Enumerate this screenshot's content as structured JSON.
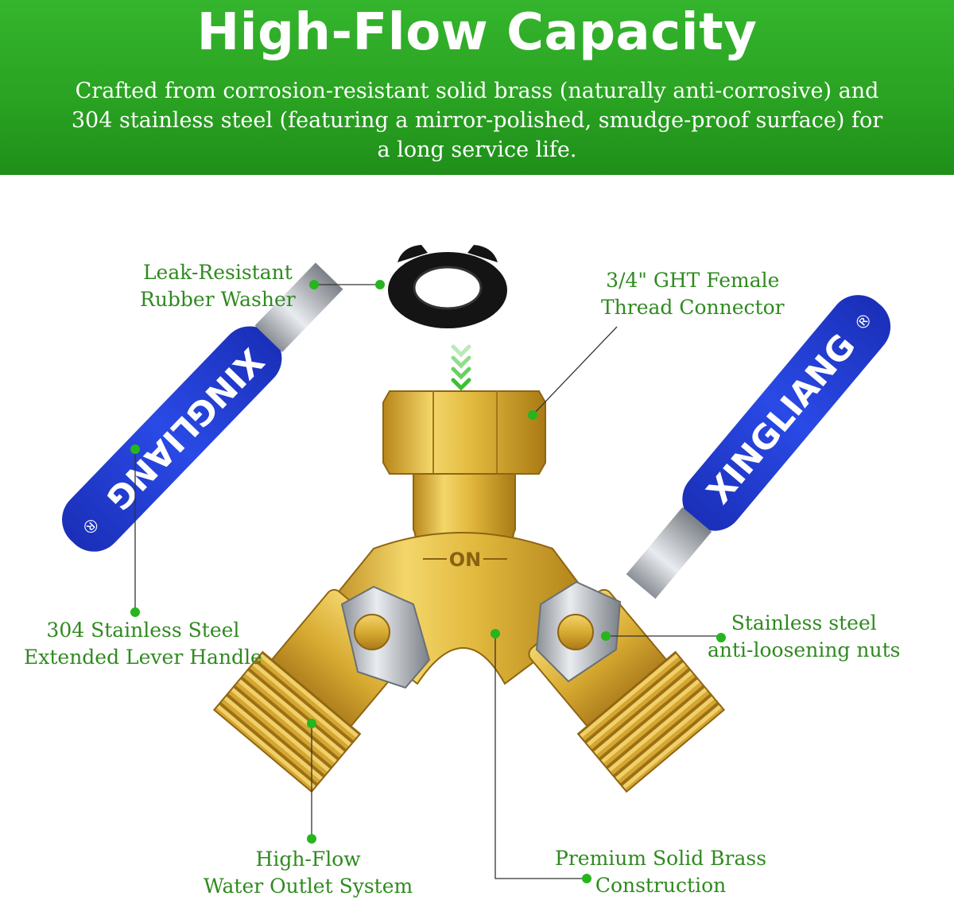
{
  "banner": {
    "title": "High-Flow Capacity",
    "subtitle_line1": "Crafted from corrosion-resistant solid brass (naturally anti-corrosive) and",
    "subtitle_line2": "304 stainless steel (featuring a mirror-polished, smudge-proof surface) for",
    "subtitle_line3": "a long service life."
  },
  "product": {
    "brand_left": "XINGLIANG",
    "brand_right": "XINGLIANG",
    "trademark": "®",
    "body_marking": "ON"
  },
  "callouts": {
    "washer": {
      "line1": "Leak-Resistant",
      "line2": "Rubber Washer"
    },
    "connector": {
      "line1": "3/4\" GHT Female",
      "line2": "Thread Connector"
    },
    "lever": {
      "line1": "304 Stainless Steel",
      "line2": "Extended Lever Handle"
    },
    "nuts": {
      "line1": "Stainless steel",
      "line2": "anti-loosening nuts"
    },
    "outlet": {
      "line1": "High-Flow",
      "line2": "Water Outlet System"
    },
    "brass": {
      "line1": "Premium Solid Brass",
      "line2": "Construction"
    }
  },
  "colors": {
    "banner_green": "#2aa322",
    "label_green": "#2f8a1f",
    "dot_green": "#26b51e",
    "handle_blue": "#2340d8",
    "brass": "#d9b23a"
  }
}
